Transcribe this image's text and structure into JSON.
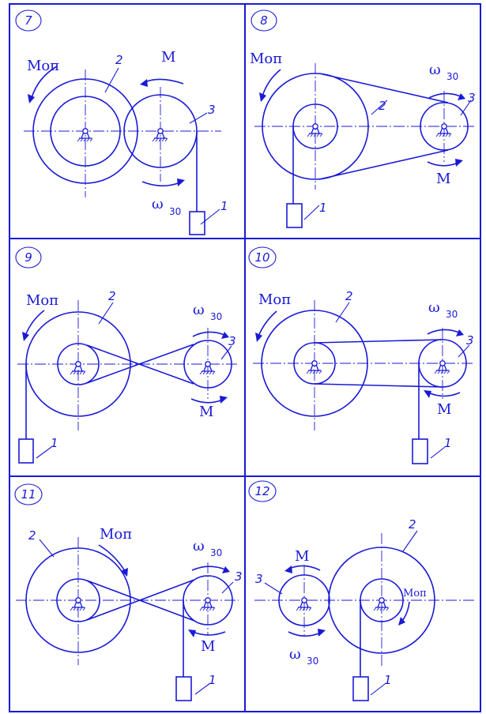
{
  "panels": [
    {
      "number": "7",
      "m_op": "Mоп",
      "m": "M",
      "omega": "ω",
      "omega_sub": "30",
      "l1": "1",
      "l2": "2",
      "l3": "3"
    },
    {
      "number": "8",
      "m_op": "Mоп",
      "m": "M",
      "omega": "ω",
      "omega_sub": "30",
      "l1": "1",
      "l2": "2",
      "l3": "3"
    },
    {
      "number": "9",
      "m_op": "Mоп",
      "m": "M",
      "omega": "ω",
      "omega_sub": "30",
      "l1": "1",
      "l2": "2",
      "l3": "3"
    },
    {
      "number": "10",
      "m_op": "Mоп",
      "m": "M",
      "omega": "ω",
      "omega_sub": "30",
      "l1": "1",
      "l2": "2",
      "l3": "3"
    },
    {
      "number": "11",
      "m_op": "Mоп",
      "m": "M",
      "omega": "ω",
      "omega_sub": "30",
      "l1": "1",
      "l2": "2",
      "l3": "3"
    },
    {
      "number": "12",
      "m_op": "Mоп",
      "m": "M",
      "omega": "ω",
      "omega_sub": "30",
      "l1": "1",
      "l2": "2",
      "l3": "3"
    }
  ],
  "colors": {
    "ink": "#1a1ad6",
    "background": "#ffffff"
  }
}
